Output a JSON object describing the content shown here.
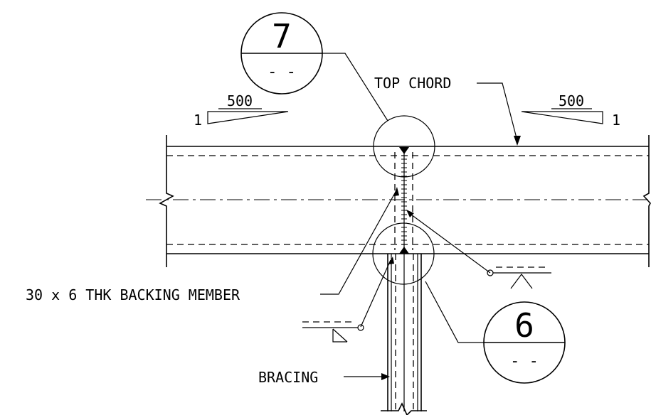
{
  "labels": {
    "top_chord": "TOP CHORD",
    "backing_member": "30 x 6 THK BACKING MEMBER",
    "bracing": "BRACING"
  },
  "slope_left": {
    "run": "500",
    "rise": "1"
  },
  "slope_right": {
    "run": "500",
    "rise": "1"
  },
  "detail_7": {
    "number": "7",
    "sheet": "- -"
  },
  "detail_6": {
    "number": "6",
    "sheet": "- -"
  }
}
